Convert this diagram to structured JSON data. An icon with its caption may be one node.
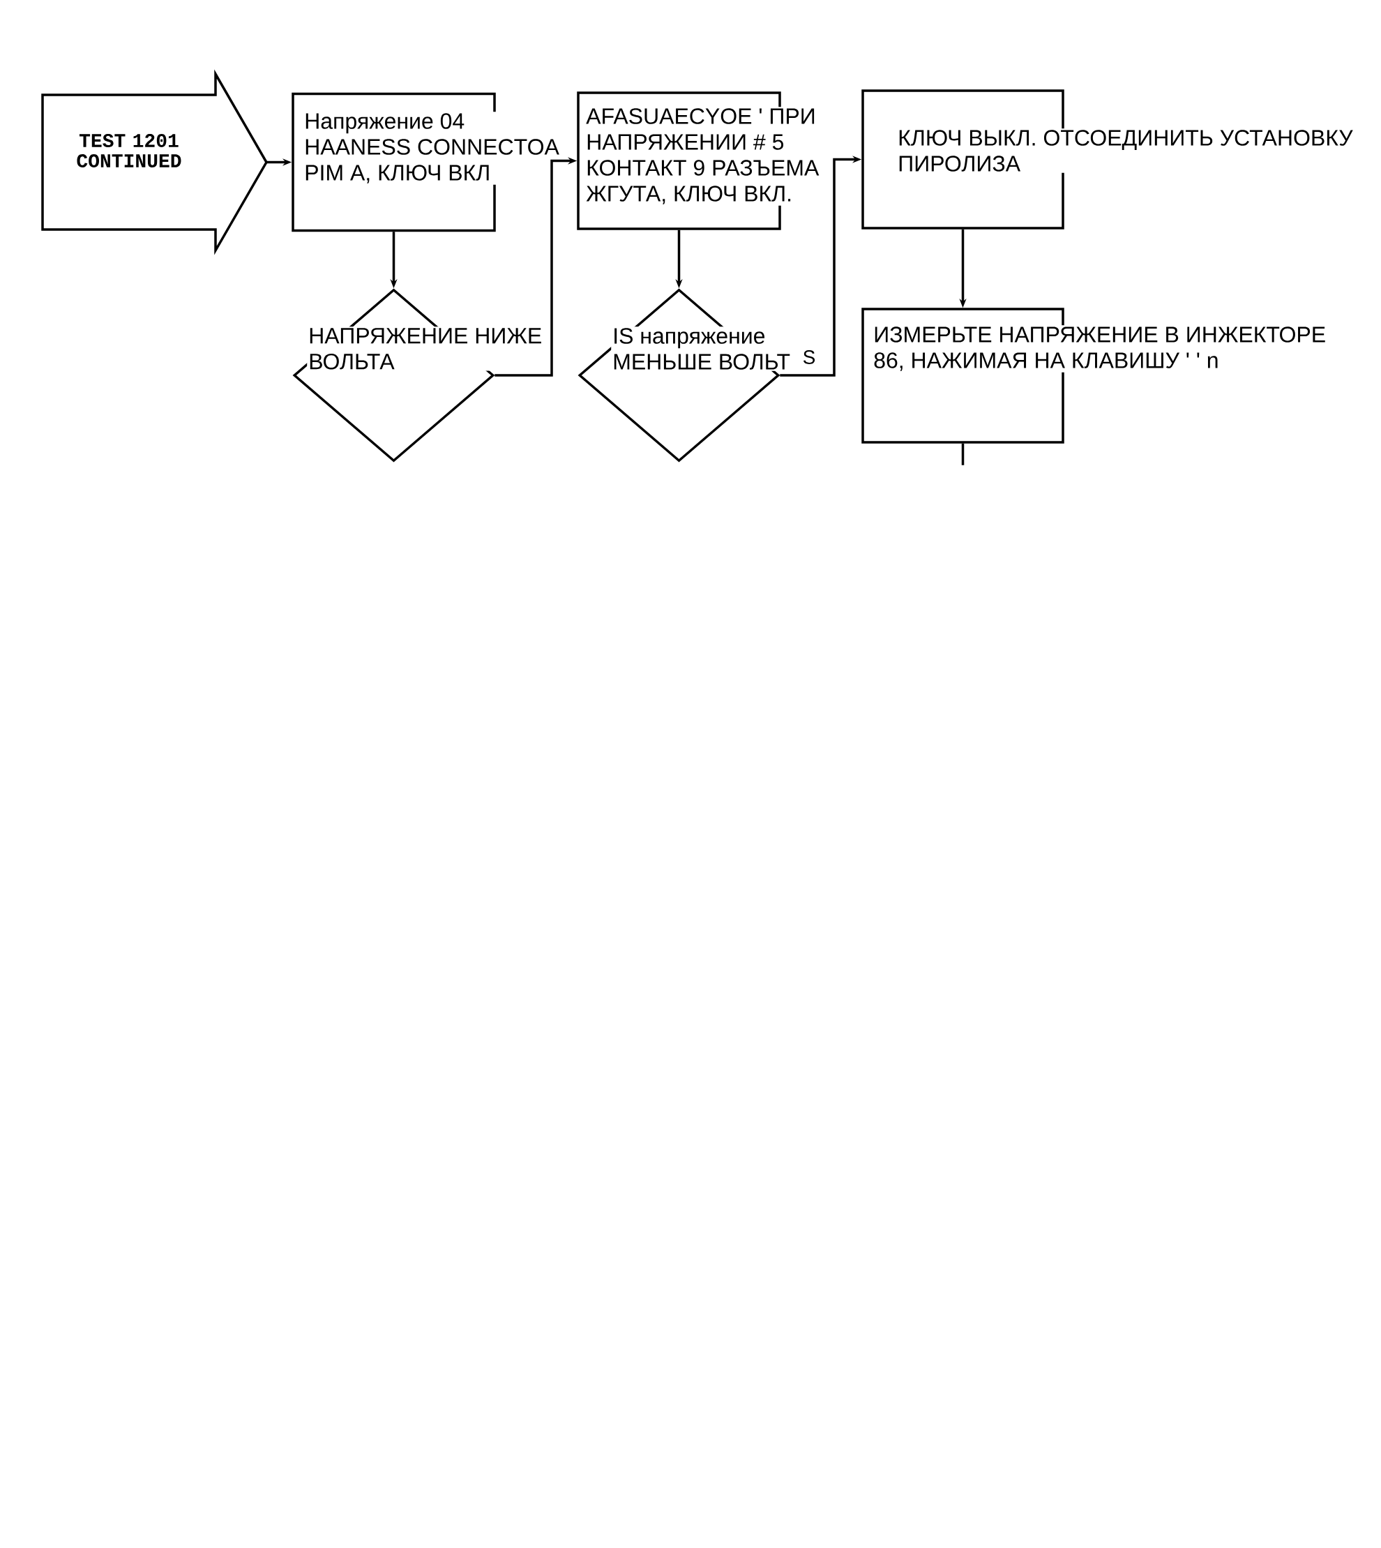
{
  "diagram": {
    "nodes": [
      {
        "text": [
          "TEST 1201 CONTINUED"
        ]
      },
      {
        "text": [
          "Напряжение 04 HAANESS CONNECTOA PIM A, КЛЮЧ ВКЛ"
        ]
      },
      {
        "text": [
          "НАПРЯЖЕНИЕ НИЖЕ ВОЛЬТА"
        ]
      },
      {
        "text": [
          "AFASUAECYOE ' ПРИ НАПРЯЖЕНИИ # 5 КОНТАКТ 9 РАЗЪЕМА ЖГУТА, КЛЮЧ ВКЛ."
        ]
      },
      {
        "text": [
          "IS напряжение МЕНЬШЕ ВОЛЬТ"
        ]
      },
      {
        "text": [
          "КЛЮЧ ВЫКЛ. ОТСОЕДИНИТЬ УСТАНОВКУ ПИРОЛИЗА"
        ]
      },
      {
        "text": [
          "ИЗМЕРЬТЕ НАПРЯЖЕНИЕ В ИНЖЕКТОРЕ 86, НАЖИМАЯ НА КЛАВИШУ ' ' n"
        ]
      }
    ],
    "edges": [
      {
        "from": 0,
        "to": 1,
        "arrow": "to"
      },
      {
        "from": 1,
        "to": 2,
        "arrow": "to"
      },
      {
        "from": 2,
        "to": 3,
        "arrow": "to"
      },
      {
        "from": 3,
        "to": 4,
        "arrow": "to"
      },
      {
        "from": 4,
        "to": 5,
        "arrow": "to",
        "label": "S"
      },
      {
        "from": 5,
        "to": 6,
        "arrow": "to"
      },
      {
        "from": 6,
        "to": null,
        "arrow": "none"
      }
    ]
  }
}
